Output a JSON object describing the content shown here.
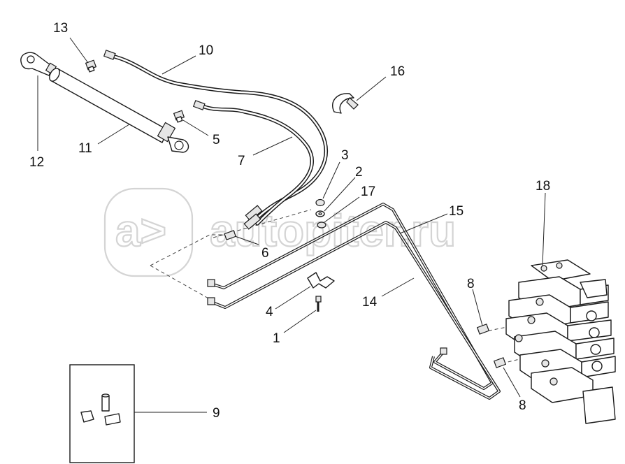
{
  "watermark": {
    "text": "autopiter.ru"
  },
  "callouts": [
    {
      "id": "13",
      "label": "13"
    },
    {
      "id": "10",
      "label": "10"
    },
    {
      "id": "16",
      "label": "16"
    },
    {
      "id": "12",
      "label": "12"
    },
    {
      "id": "11",
      "label": "11"
    },
    {
      "id": "5",
      "label": "5"
    },
    {
      "id": "7",
      "label": "7"
    },
    {
      "id": "3",
      "label": "3"
    },
    {
      "id": "2",
      "label": "2"
    },
    {
      "id": "17",
      "label": "17"
    },
    {
      "id": "18",
      "label": "18"
    },
    {
      "id": "15",
      "label": "15"
    },
    {
      "id": "6",
      "label": "6"
    },
    {
      "id": "8a",
      "label": "8"
    },
    {
      "id": "14",
      "label": "14"
    },
    {
      "id": "4",
      "label": "4"
    },
    {
      "id": "1",
      "label": "1"
    },
    {
      "id": "8b",
      "label": "8"
    },
    {
      "id": "9",
      "label": "9"
    }
  ]
}
